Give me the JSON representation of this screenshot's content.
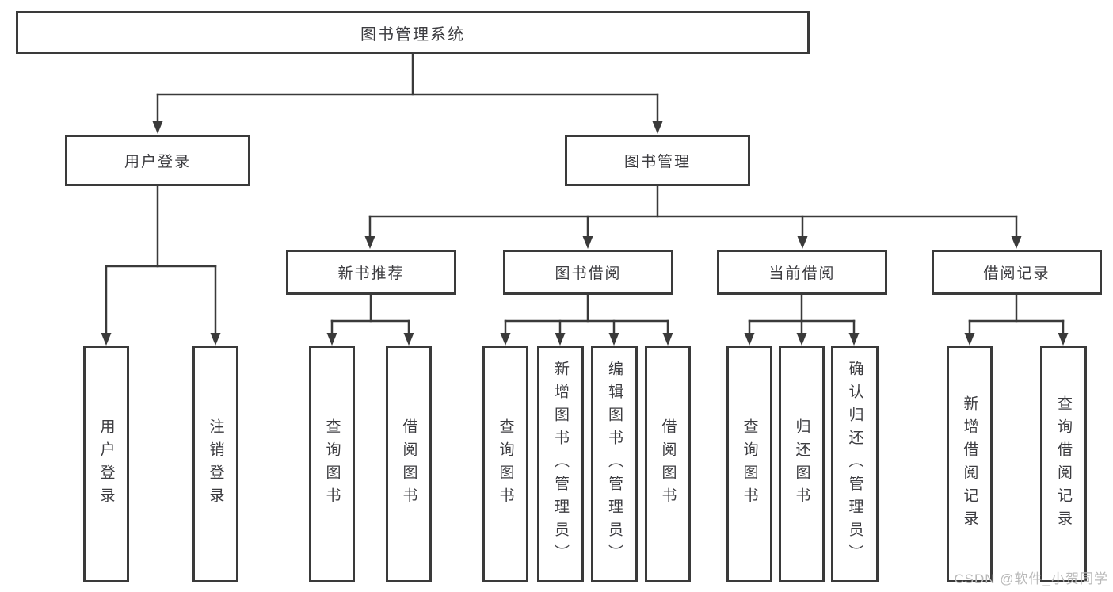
{
  "colors": {
    "line": "#3a3a3a",
    "box_border": "#3a3a3a",
    "text": "#3c3c40",
    "watermark": "#b9b9b9",
    "background": "#ffffff"
  },
  "tree": {
    "root": {
      "label": "图书管理系统",
      "children": [
        {
          "label": "用户登录",
          "children": [
            {
              "label": "用户登录"
            },
            {
              "label": "注销登录"
            }
          ]
        },
        {
          "label": "图书管理",
          "children": [
            {
              "label": "新书推荐",
              "children": [
                {
                  "label": "查询图书"
                },
                {
                  "label": "借阅图书"
                }
              ]
            },
            {
              "label": "图书借阅",
              "children": [
                {
                  "label": "查询图书"
                },
                {
                  "label": "新增图书（管理员）"
                },
                {
                  "label": "编辑图书（管理员）"
                },
                {
                  "label": "借阅图书"
                }
              ]
            },
            {
              "label": "当前借阅",
              "children": [
                {
                  "label": "查询图书"
                },
                {
                  "label": "归还图书"
                },
                {
                  "label": "确认归还（管理员）"
                }
              ]
            },
            {
              "label": "借阅记录",
              "children": [
                {
                  "label": "新增借阅记录"
                },
                {
                  "label": "查询借阅记录"
                }
              ]
            }
          ]
        }
      ]
    }
  },
  "watermark": {
    "text": "CSDN @软件_小贺同学"
  }
}
